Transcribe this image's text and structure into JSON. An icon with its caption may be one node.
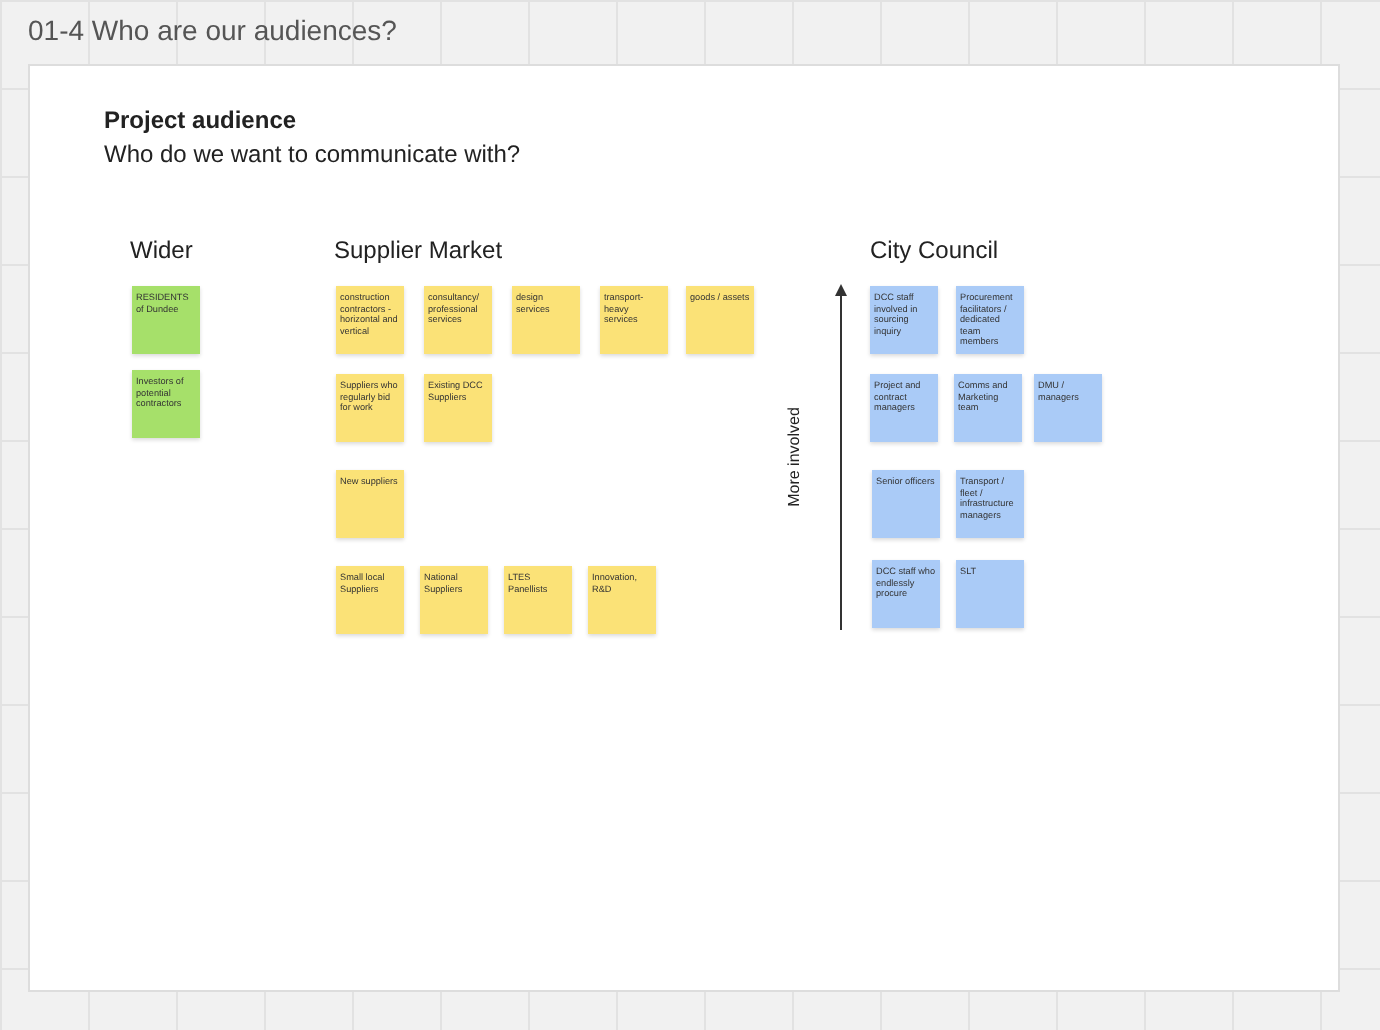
{
  "diagram": {
    "title": "01-4 Who are our audiences?",
    "nodes": [
      {
        "text": [
          "RESIDENTS of Dundee"
        ]
      },
      {
        "text": [
          "Investors of potential contractors"
        ]
      },
      {
        "text": [
          "construction contractors - horizontal and vertical"
        ]
      },
      {
        "text": [
          "consultancy/ professional services"
        ]
      },
      {
        "text": [
          "design services"
        ]
      },
      {
        "text": [
          "transport- heavy services"
        ]
      },
      {
        "text": [
          "goods / assets"
        ]
      },
      {
        "text": [
          "Suppliers who regularly bid for work"
        ]
      },
      {
        "text": [
          "Existing DCC Suppliers"
        ]
      },
      {
        "text": [
          "New suppliers"
        ]
      },
      {
        "text": [
          "Small local Suppliers"
        ]
      },
      {
        "text": [
          "National Suppliers"
        ]
      },
      {
        "text": [
          "LTES Panellists"
        ]
      },
      {
        "text": [
          "Innovation, R&D"
        ]
      },
      {
        "text": [
          "DCC staff involved in sourcing inquiry"
        ]
      },
      {
        "text": [
          "Procurement facilitators / dedicated team members"
        ]
      },
      {
        "text": [
          "Project and contract managers"
        ]
      },
      {
        "text": [
          "Comms and Marketing team"
        ]
      },
      {
        "text": [
          "DMU / managers"
        ]
      },
      {
        "text": [
          "Senior officers"
        ]
      },
      {
        "text": [
          "Transport / fleet / infrastructure managers"
        ]
      },
      {
        "text": [
          "DCC staff who endlessly procure"
        ]
      },
      {
        "text": [
          "SLT"
        ]
      }
    ],
    "edges": [],
    "labels": [
      "Project audience",
      "Who do we want to communicate with?",
      "Wider",
      "Supplier Market",
      "City Council",
      "More involved"
    ]
  }
}
